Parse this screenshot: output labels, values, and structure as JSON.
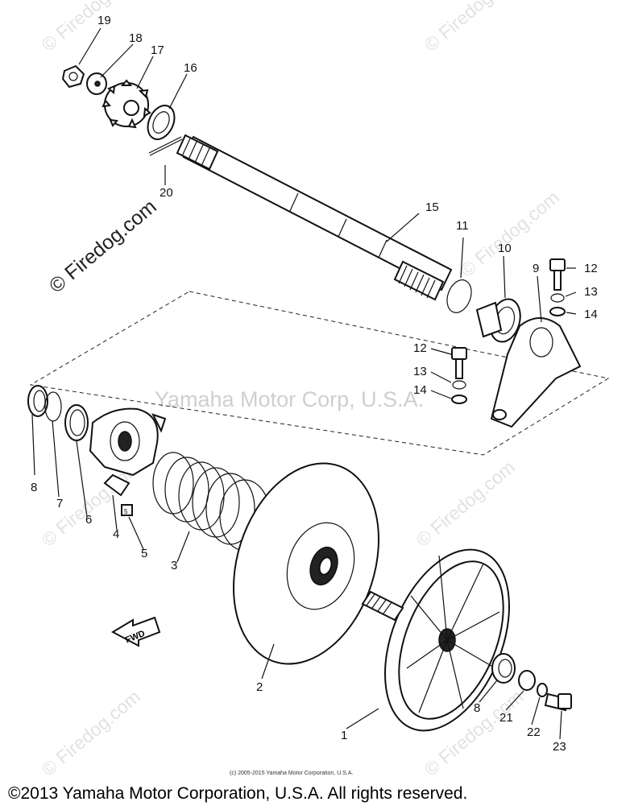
{
  "watermarks": {
    "left": "© Firedog.com",
    "center": "Yamaha Motor Corp, U.S.A.",
    "corner": "© Firedog.com"
  },
  "callouts": [
    "1",
    "2",
    "3",
    "4",
    "5",
    "6",
    "7",
    "8",
    "9",
    "10",
    "11",
    "12",
    "13",
    "14",
    "15",
    "16",
    "17",
    "18",
    "19",
    "20",
    "21",
    "22",
    "23"
  ],
  "labels": {
    "l12a": "12",
    "l13a": "13",
    "l14a": "14",
    "l12b": "12",
    "l13b": "13",
    "l14b": "14",
    "l8a": "8",
    "l8b": "8",
    "fwd": "FWD"
  },
  "footer": {
    "small": "(c) 2005-2015 Yamaha Motor Corporation, U.S.A.",
    "main": "©2013 Yamaha Motor Corporation, U.S.A. All rights reserved."
  }
}
